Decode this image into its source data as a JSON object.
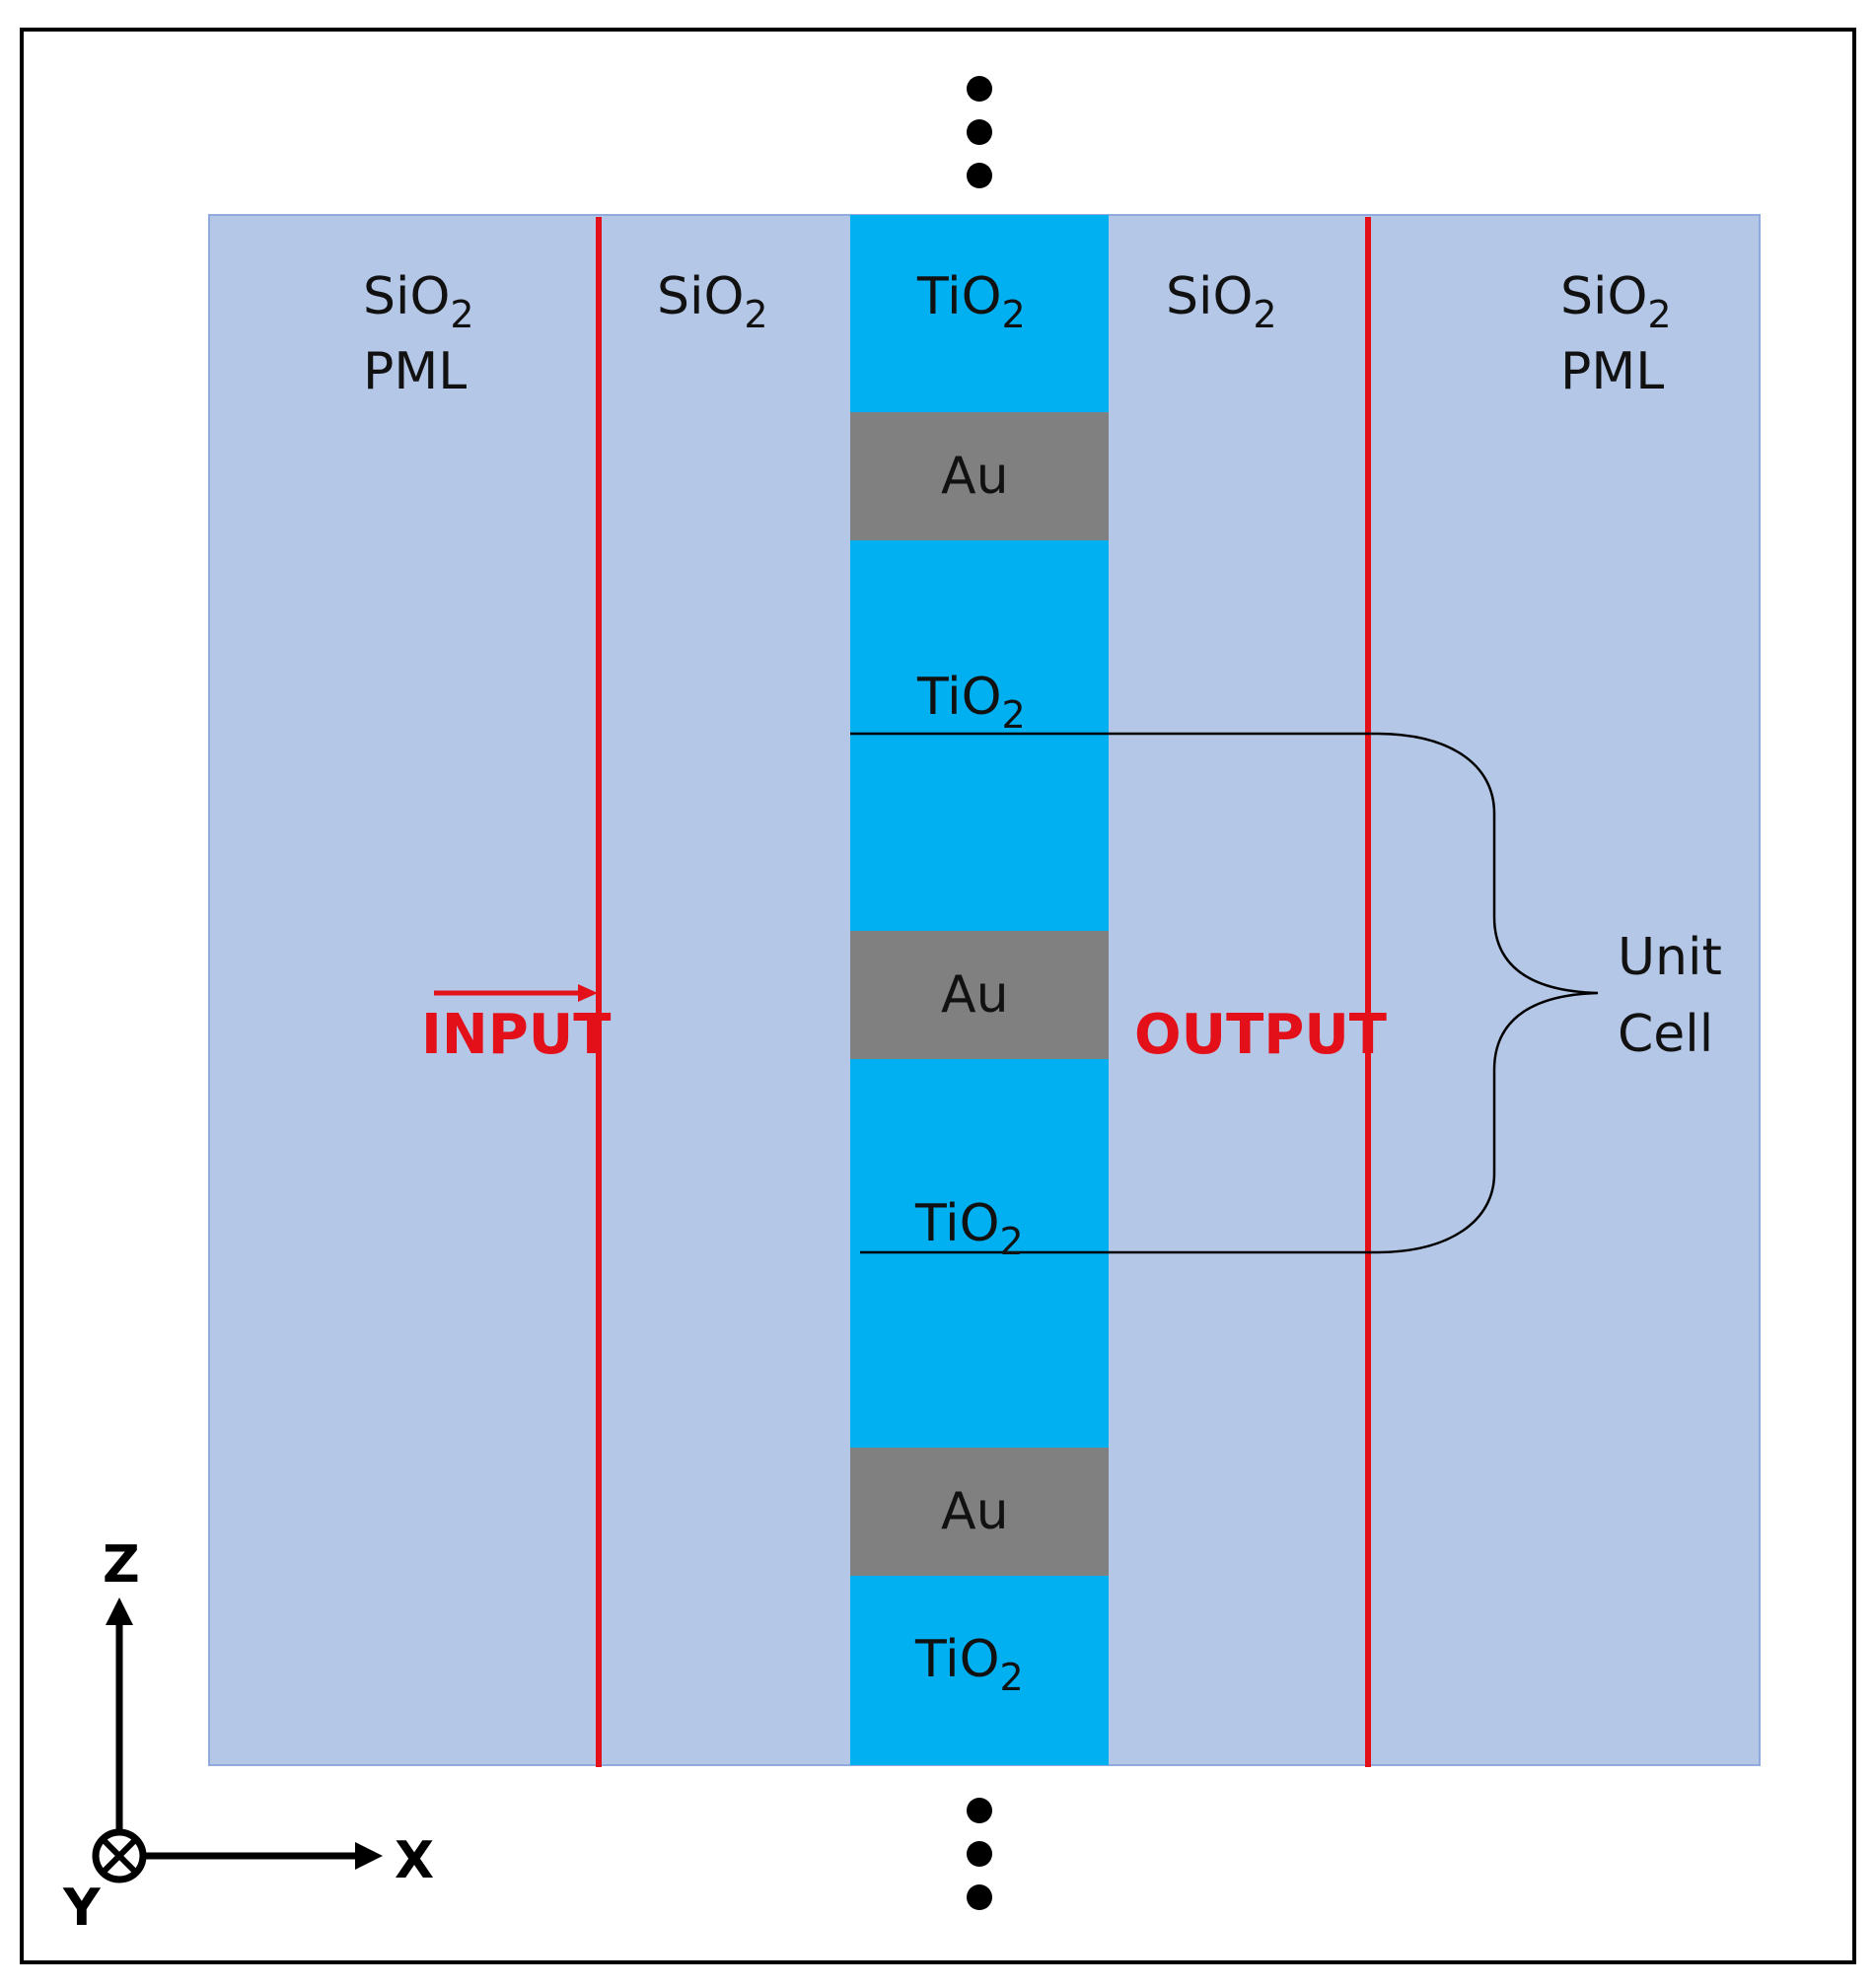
{
  "colors": {
    "sio2": "#b4c7e7",
    "tio2": "#00b0f0",
    "au": "#808080",
    "monitor_line": "#e3101a",
    "text": "#111111"
  },
  "regions": {
    "left_pml": {
      "line1_main": "SiO",
      "line1_sub": "2",
      "line2": "PML"
    },
    "left_sio2": {
      "main": "SiO",
      "sub": "2"
    },
    "right_sio2": {
      "main": "SiO",
      "sub": "2"
    },
    "right_pml": {
      "line1_main": "SiO",
      "line1_sub": "2",
      "line2": "PML"
    }
  },
  "layers": {
    "tio2_label": {
      "main": "TiO",
      "sub": "2"
    },
    "au_label": "Au"
  },
  "monitors": {
    "input_label": "INPUT",
    "output_label": "OUTPUT"
  },
  "unit_cell": {
    "line1": "Unit",
    "line2": "Cell"
  },
  "axes": {
    "z": "Z",
    "x": "X",
    "y": "Y"
  },
  "icons": {
    "periodic_top": "vertical-ellipsis-icon",
    "periodic_bottom": "vertical-ellipsis-icon",
    "y_axis": "into-page-cross-icon"
  }
}
